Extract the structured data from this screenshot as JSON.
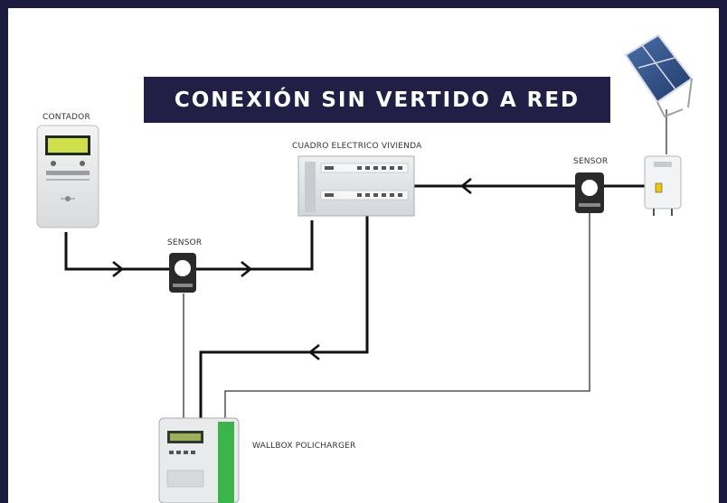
{
  "title": "CONEXIÓN SIN VERTIDO A RED",
  "labels": {
    "meter": "CONTADOR",
    "panel": "CUADRO ELECTRICO VIVIENDA",
    "sensor_left": "SENSOR",
    "sensor_right": "SENSOR",
    "charger": "WALLBOX POLICHARGER"
  },
  "colors": {
    "border": "#1c1a3f",
    "banner": "#221f47",
    "wire": "#111111",
    "charger_bar": "#3bb54a",
    "panel_bg": "#e4e7ea"
  }
}
